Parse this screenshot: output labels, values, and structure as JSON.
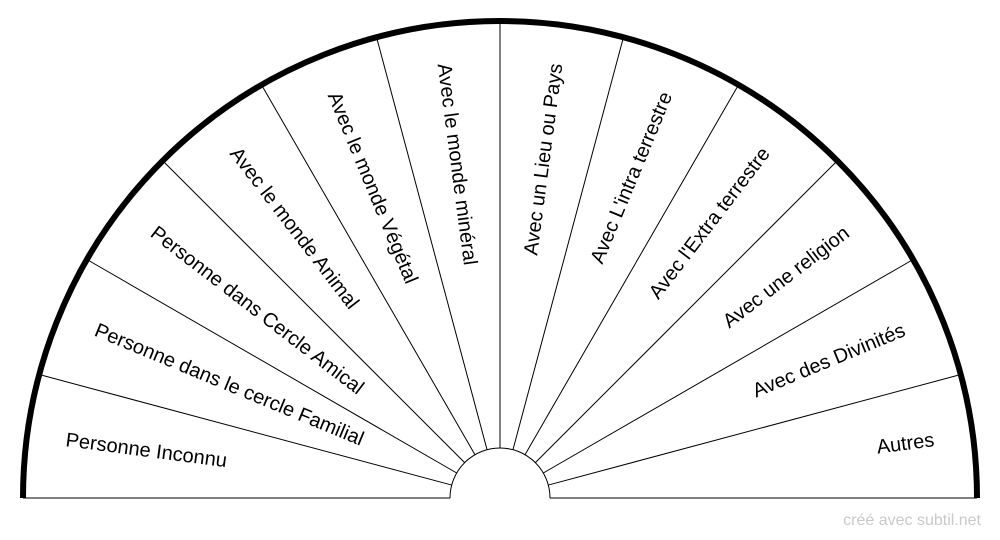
{
  "pendulum": {
    "sectors": [
      "Personne Inconnu",
      "Personne dans le cercle Familial",
      "Personne dans Cercle Amical",
      "Avec le monde Animal",
      "Avec le monde Végétal",
      "Avec le monde minéral",
      "Avec un Lieu ou Pays",
      "Avec L'intra terrestre",
      "Avec l'Extra terrestre",
      "Avec une religion",
      "Avec des Divinités",
      "Autres"
    ],
    "sector_count": 12,
    "arc_degrees": 180
  },
  "footer": {
    "credit": "créé avec subtil.net"
  },
  "colors": {
    "line": "#000000",
    "background": "#ffffff",
    "credit": "#c9c9c9"
  }
}
